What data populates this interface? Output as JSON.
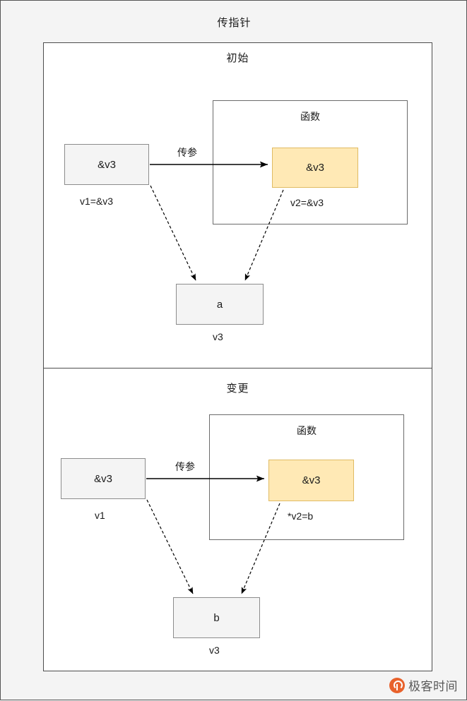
{
  "diagram": {
    "title": "传指针",
    "watermark": "极客时间",
    "watermark_icon": "geektime-logo-icon"
  },
  "sections": [
    {
      "id": "initial",
      "title": "初始",
      "function_container": {
        "label": "函数"
      },
      "pass_label": "传参",
      "source_box": {
        "text": "&v3",
        "caption": "v1=&v3"
      },
      "function_box": {
        "text": "&v3",
        "caption": "v2=&v3"
      },
      "target_box": {
        "text": "a",
        "caption": "v3"
      }
    },
    {
      "id": "changed",
      "title": "变更",
      "function_container": {
        "label": "函数"
      },
      "pass_label": "传参",
      "source_box": {
        "text": "&v3",
        "caption": "v1"
      },
      "function_box": {
        "text": "&v3",
        "caption": "*v2=b"
      },
      "target_box": {
        "text": "b",
        "caption": "v3"
      }
    }
  ],
  "colors": {
    "background": "#f4f4f4",
    "panel": "#ffffff",
    "box_grey_fill": "#f4f4f4",
    "box_grey_border": "#8c8c8c",
    "box_yellow_fill": "#ffe9b5",
    "box_yellow_border": "#e0bb63",
    "frame_border": "#4d4d4d",
    "text": "#1a1a1a",
    "watermark_orange": "#e8622c"
  }
}
